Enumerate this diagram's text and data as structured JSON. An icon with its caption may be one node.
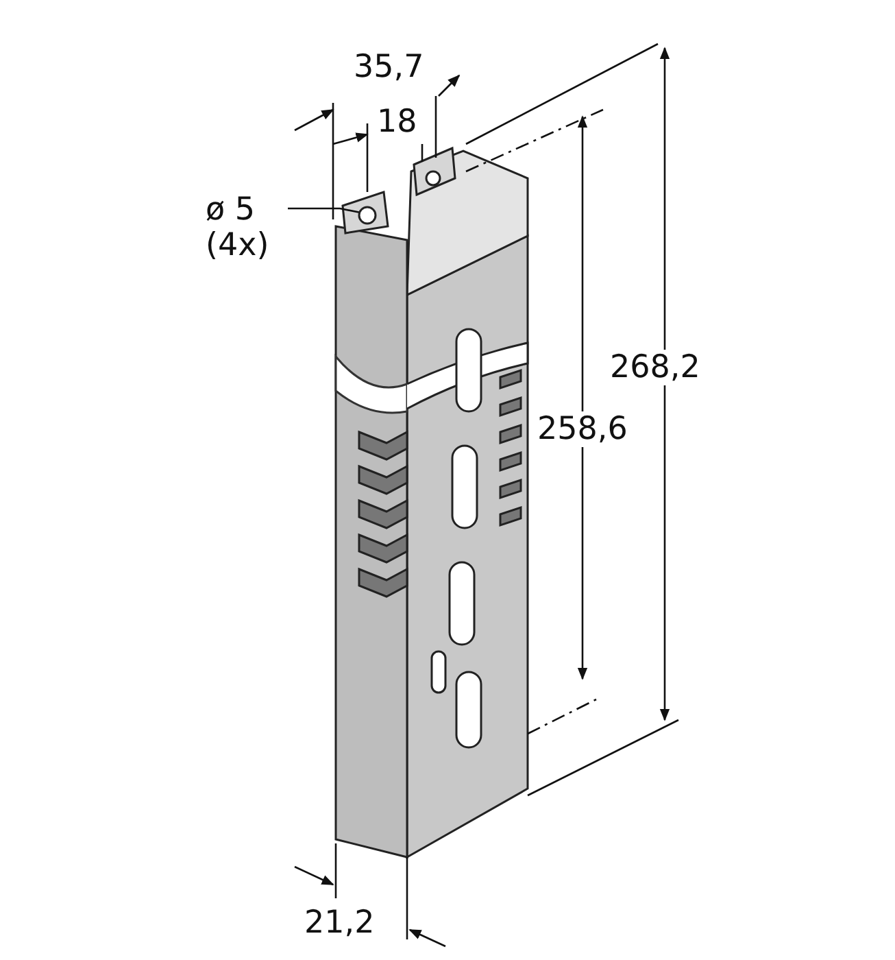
{
  "diagram": {
    "nodes": [
      {
        "text": [
          "ø 5 (4x)"
        ]
      },
      {
        "text": [],
        "shape": "circle"
      }
    ],
    "edges": [
      {
        "from": 0,
        "to": 1,
        "arrow": "none"
      }
    ],
    "labels": [
      "35,7",
      "18",
      "268,2",
      "258,6",
      "21,2"
    ]
  }
}
